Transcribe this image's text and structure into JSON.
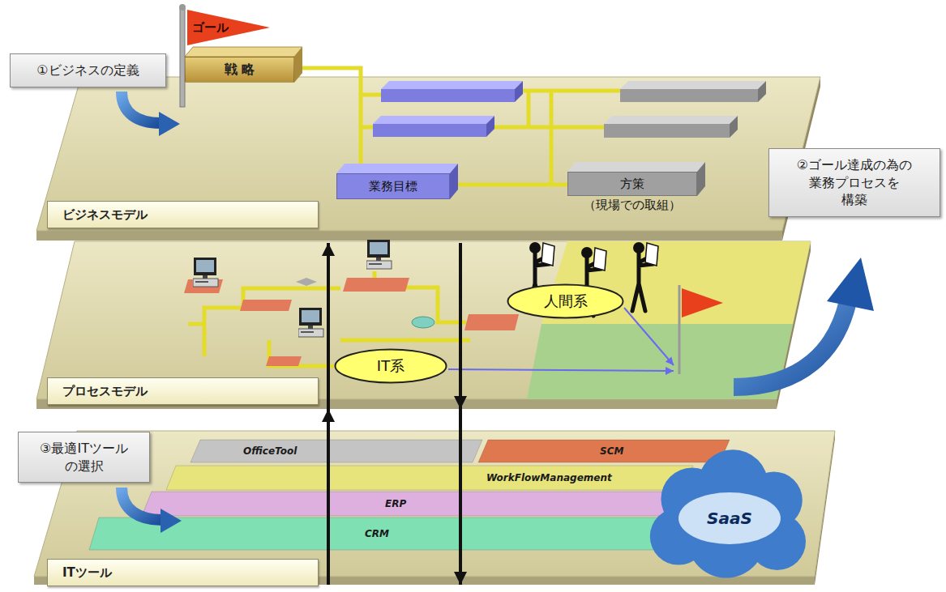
{
  "diagram": {
    "nodes": [
      {
        "text": [
          "①ビジネスの定義"
        ]
      },
      {
        "text": [
          "ゴール"
        ]
      },
      {
        "text": [
          "ビジネスモデル"
        ]
      },
      {
        "text": [
          "戦 略"
        ],
        "in": 2
      },
      {
        "text": [
          "業務目標"
        ],
        "in": 2
      },
      {
        "text": [
          "方策",
          "（現場での取組）"
        ],
        "in": 2
      },
      {
        "text": [
          "②ゴール達成の為の 業務プロセスを 構築"
        ]
      },
      {
        "text": [
          "プロセスモデル"
        ]
      },
      {
        "text": [
          "人間系"
        ],
        "in": 7
      },
      {
        "text": [
          "IT系"
        ],
        "in": 7
      },
      {
        "text": [
          "③最適ITツール の選択"
        ]
      },
      {
        "text": [
          "ITツール"
        ]
      },
      {
        "text": [
          "OfficeTool"
        ],
        "in": 11
      },
      {
        "text": [
          "SCM"
        ],
        "in": 11
      },
      {
        "text": [
          "WorkFlowManagement"
        ],
        "in": 11
      },
      {
        "text": [
          "ERP"
        ],
        "in": 11
      },
      {
        "text": [
          "CRM"
        ],
        "in": 11
      },
      {
        "text": [
          "SaaS"
        ],
        "in": 11
      }
    ],
    "edges": [
      {
        "from": 7,
        "to": 2,
        "arrow": "to"
      },
      {
        "from": 2,
        "to": 7,
        "arrow": "to"
      },
      {
        "from": 11,
        "to": 7,
        "arrow": "to"
      },
      {
        "from": 7,
        "to": 11,
        "arrow": "to"
      }
    ]
  }
}
